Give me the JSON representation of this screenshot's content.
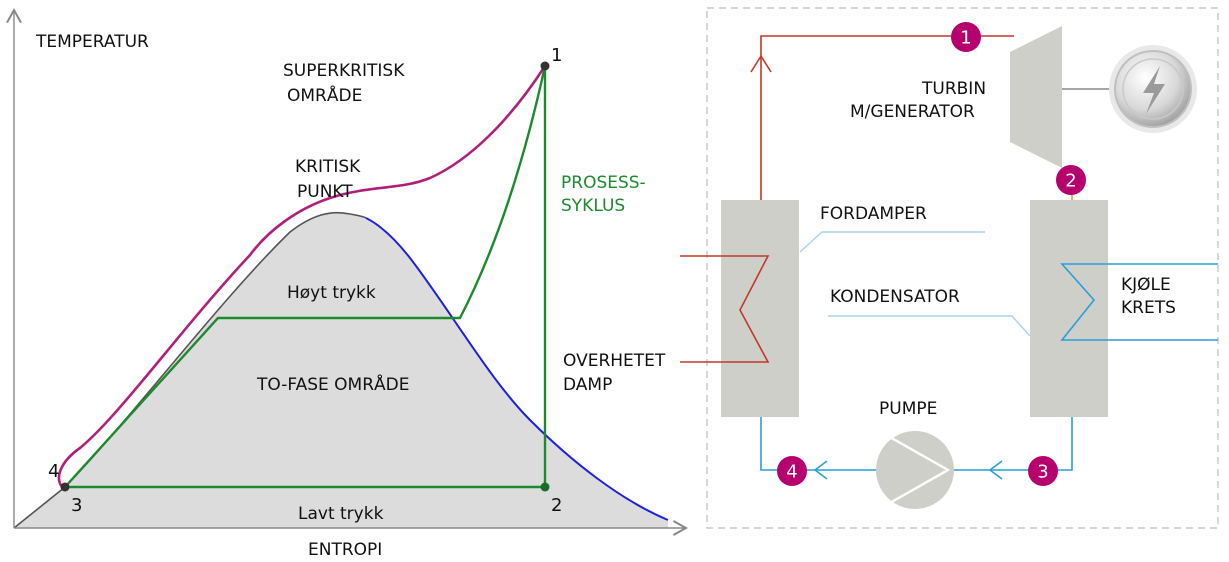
{
  "ts_diagram": {
    "y_axis_label": "TEMPERATUR",
    "x_axis_label": "ENTROPI",
    "region_supercritical": [
      "SUPERKRITISK",
      "OMRÅDE"
    ],
    "critical_point": [
      "KRITISK",
      "PUNKT"
    ],
    "process_cycle": [
      "PROSESS-",
      "SYKLUS"
    ],
    "high_pressure": "Høyt trykk",
    "two_phase_region": "TO-FASE OMRÅDE",
    "low_pressure": "Lavt trykk",
    "points": [
      "1",
      "2",
      "3",
      "4"
    ]
  },
  "cycle_schematic": {
    "turbine": [
      "TURBIN",
      "M/GENERATOR"
    ],
    "evaporator": "FORDAMPER",
    "condenser": "KONDENSATOR",
    "cooling_circuit": [
      "KJØLE",
      "KRETS"
    ],
    "superheated_steam": [
      "OVERHETET",
      "DAMP"
    ],
    "pump": "PUMPE",
    "badges": [
      "1",
      "2",
      "3",
      "4"
    ]
  },
  "colors": {
    "dome_fill": "#dcdcdc",
    "saturated_vapor_curve": "#1f1fe0",
    "process_cycle": "#1e8a2e",
    "critical_isobar": "#b0207a",
    "badge": "#b5006d",
    "hot_line": "#c0392b",
    "cold_line": "#2a9fd6",
    "equipment": "#cfcfca"
  }
}
